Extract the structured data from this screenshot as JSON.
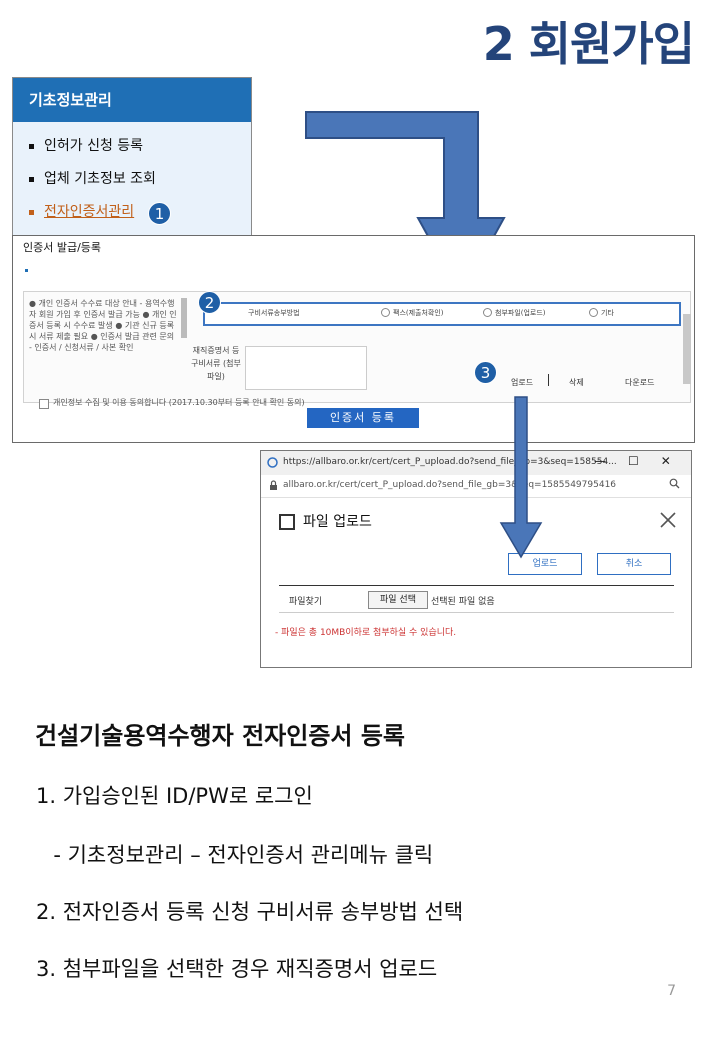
{
  "heading": "2 회원가입",
  "sidebar": {
    "header": "기초정보관리",
    "items": [
      {
        "label": "인허가 신청 등록"
      },
      {
        "label": "업체 기초정보 조회"
      },
      {
        "label": "전자인증서관리"
      }
    ]
  },
  "steps": [
    "1",
    "2",
    "3"
  ],
  "cert_panel": {
    "title": "인증서 발급/등록",
    "notes": "● 개인 인증서 수수료 대상 안내 - 용역수행자 회원 가입 후 인증서 발급 가능 ● 개인 인증서 등록 시 수수료 발생 ● 기관 신규 등록 시 서류 제출 필요 ● 인증서 발급 관련 문의 - 인증서 / 신청서류 / 사본 확인",
    "row_label": "구비서류송부방법",
    "options": [
      "팩스(제출처확인)",
      "첨부파일(업로드)",
      "기타"
    ],
    "lower_label": "재직증명서 등 구비서류 (첨부파일)",
    "links": [
      "업로드",
      "삭제",
      "다운로드"
    ],
    "checkbox_text": "개인정보 수집 및 이용 동의합니다 (2017.10.30부터 등록 안내 확인 동의)",
    "register_button": "인증서 등록"
  },
  "popup": {
    "url": "https://allbaro.or.kr/cert/cert_P_upload.do?send_file_gb=3&seq=158554...",
    "address": "allbaro.or.kr/cert/cert_P_upload.do?send_file_gb=3&seq=1585549795416",
    "window_controls": [
      "—",
      "☐",
      "✕"
    ],
    "title": "파일 업로드",
    "upload_button": "업로드",
    "cancel_button": "취소",
    "file_label": "파일찾기",
    "file_button": "파일 선택",
    "file_status": "선택된 파일 없음",
    "note": "- 파일은 총 10MB이하로 첨부하실 수 있습니다."
  },
  "section": {
    "title": "건설기술용역수행자 전자인증서 등록",
    "lines": [
      "1.  가입승인된 ID/PW로 로그인",
      "  - 기초정보관리 – 전자인증서 관리메뉴 클릭",
      "2.  전자인증서 등록 신청 구비서류 송부방법 선택",
      "3.  첨부파일을 선택한 경우 재직증명서 업로드"
    ]
  },
  "page_number": "7",
  "colors": {
    "heading": "#24447a",
    "sidebar_header": "#1f6fb5",
    "step_circle": "#1f5fa6",
    "arrow": "#4a76b8",
    "active_menu": "#c1601a"
  }
}
